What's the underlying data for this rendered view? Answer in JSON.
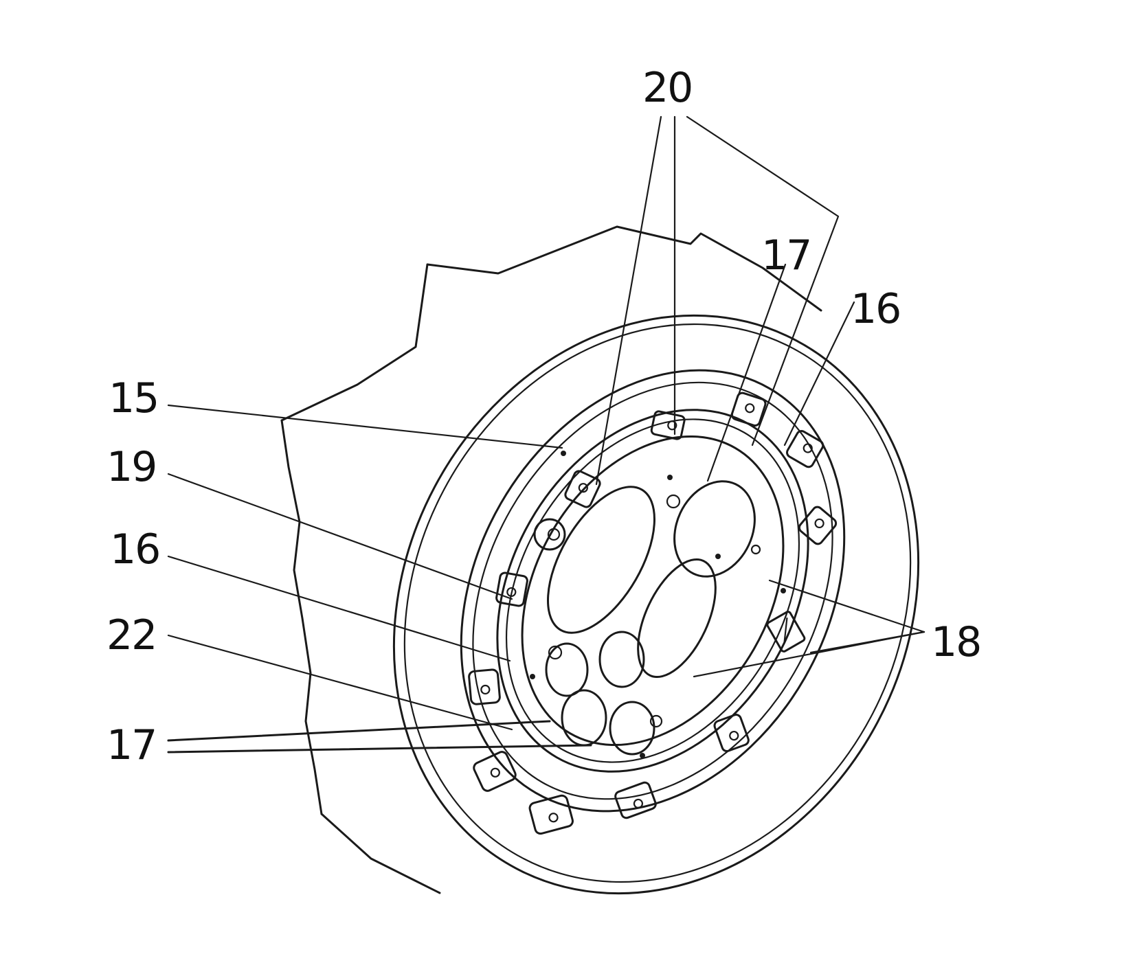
{
  "figure": {
    "reference_numerals": [
      {
        "id": "n20",
        "text": "20"
      },
      {
        "id": "n17_top",
        "text": "17"
      },
      {
        "id": "n16_right",
        "text": "16"
      },
      {
        "id": "n15",
        "text": "15"
      },
      {
        "id": "n19",
        "text": "19"
      },
      {
        "id": "n16_left",
        "text": "16"
      },
      {
        "id": "n22",
        "text": "22"
      },
      {
        "id": "n17_bottom",
        "text": "17"
      },
      {
        "id": "n18",
        "text": "18"
      }
    ],
    "colors": {
      "line": "#1a1a1a",
      "background": "#ffffff"
    }
  }
}
